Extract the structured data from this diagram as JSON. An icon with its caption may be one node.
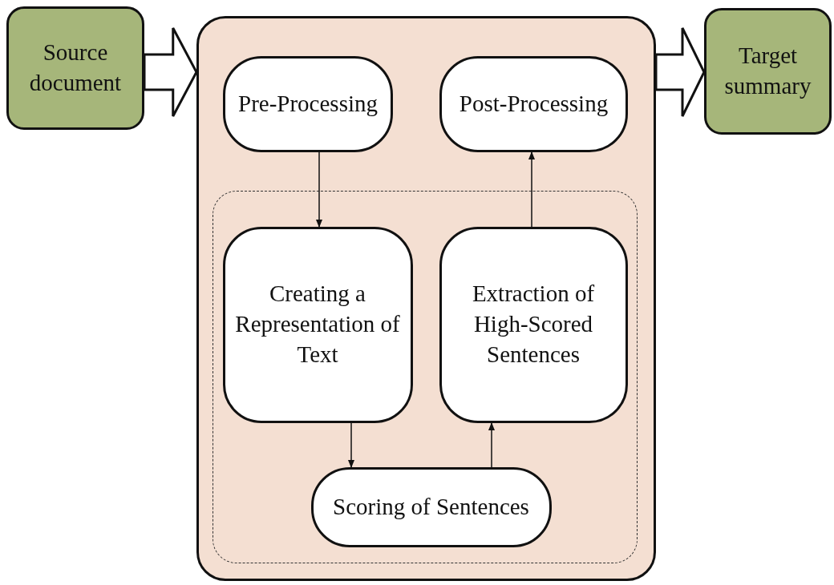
{
  "diagram": {
    "nodes": [
      {
        "text": [
          "Source document"
        ]
      },
      {
        "text": [],
        "shape": "box"
      },
      {
        "text": [
          "Pre-Processing"
        ],
        "in": 1
      },
      {
        "text": [
          "Post-Processing"
        ],
        "in": 1
      },
      {
        "text": [],
        "shape": "box",
        "in": 1
      },
      {
        "text": [
          "Creating a Representation of Text"
        ],
        "in": 4
      },
      {
        "text": [
          "Extraction of High-Scored Sentences"
        ],
        "in": 4
      },
      {
        "text": [
          "Scoring of Sentences"
        ],
        "in": 4
      },
      {
        "text": [
          "Target summary"
        ]
      }
    ],
    "edges": [
      {
        "from": 0,
        "to": 1,
        "arrow": "to",
        "style": "thick"
      },
      {
        "from": 1,
        "to": 8,
        "arrow": "to",
        "style": "thick"
      },
      {
        "from": 2,
        "to": 5,
        "arrow": "to"
      },
      {
        "from": 5,
        "to": 7,
        "arrow": "to"
      },
      {
        "from": 7,
        "to": 6,
        "arrow": "to"
      },
      {
        "from": 6,
        "to": 3,
        "arrow": "to"
      }
    ]
  }
}
